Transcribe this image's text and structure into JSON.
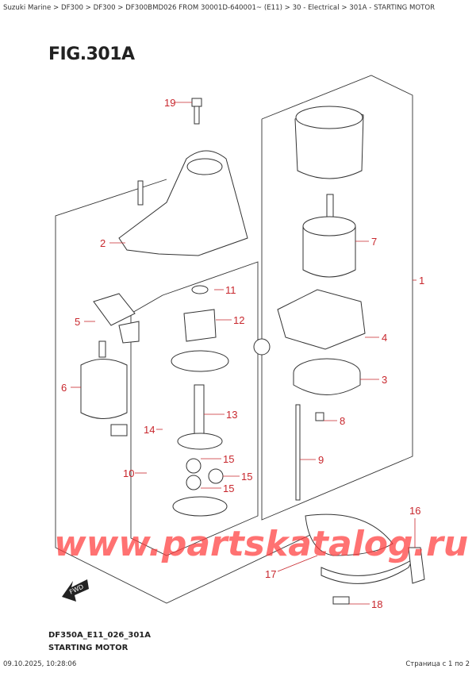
{
  "breadcrumb": "Suzuki Marine > DF300 > DF300 > DF300BMD026 FROM 30001D-640001~ (E11) > 30 - Electrical > 301A - STARTING MOTOR",
  "figure_title": "FIG.301A",
  "watermark": "www.partskatalog.ru",
  "fwd_label": "FWD",
  "callouts": [
    "19",
    "2",
    "11",
    "12",
    "5",
    "6",
    "13",
    "14",
    "15",
    "15",
    "15",
    "10",
    "7",
    "1",
    "4",
    "3",
    "8",
    "9",
    "16",
    "17",
    "18"
  ],
  "diagram_code": "DF350A_E11_026_301A",
  "diagram_name": "STARTING MOTOR",
  "timestamp": "09.10.2025, 10:28:06",
  "page_info": "Страница с 1 по 2",
  "colors": {
    "callout": "#c8272d",
    "watermark": "#ff3b3b"
  }
}
